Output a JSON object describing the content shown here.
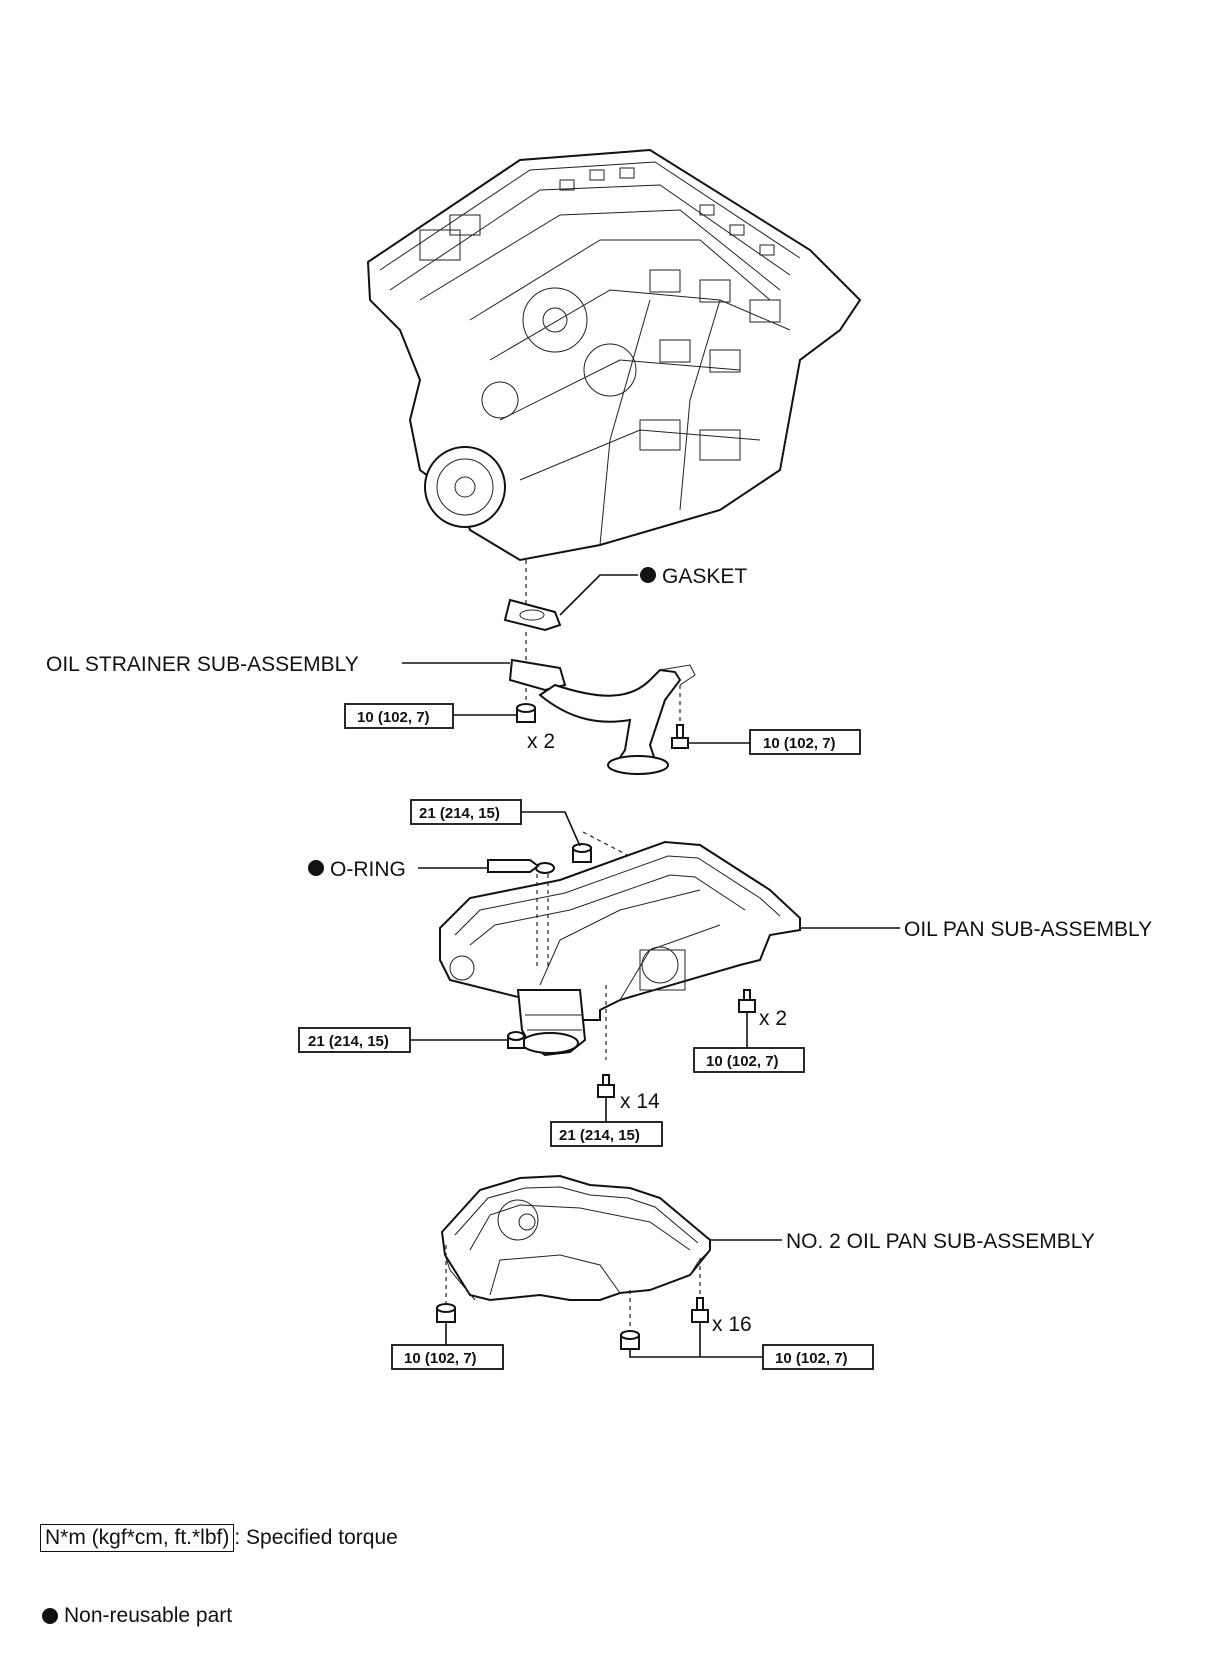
{
  "callouts": {
    "gasket": "GASKET",
    "oil_strainer": "OIL STRAINER SUB-ASSEMBLY",
    "o_ring": "O-RING",
    "oil_pan": "OIL PAN SUB-ASSEMBLY",
    "no2_oil_pan": "NO. 2 OIL PAN SUB-ASSEMBLY"
  },
  "torques": {
    "strainer_left": "10 (102, 7)",
    "strainer_right": "10 (102, 7)",
    "pan_top": "21 (214, 15)",
    "pan_left": "21 (214, 15)",
    "pan_right": "10 (102, 7)",
    "pan_bottom": "21 (214, 15)",
    "no2_left": "10 (102, 7)",
    "no2_right": "10 (102, 7)"
  },
  "quantities": {
    "strainer_x2": "x 2",
    "pan_x2": "x 2",
    "pan_x14": "x 14",
    "no2_x16": "x 16"
  },
  "legend": {
    "torque_box": "N*m (kgf*cm, ft.*lbf)",
    "torque_text": ": Specified torque",
    "nonreusable_text": "Non-reusable part"
  }
}
